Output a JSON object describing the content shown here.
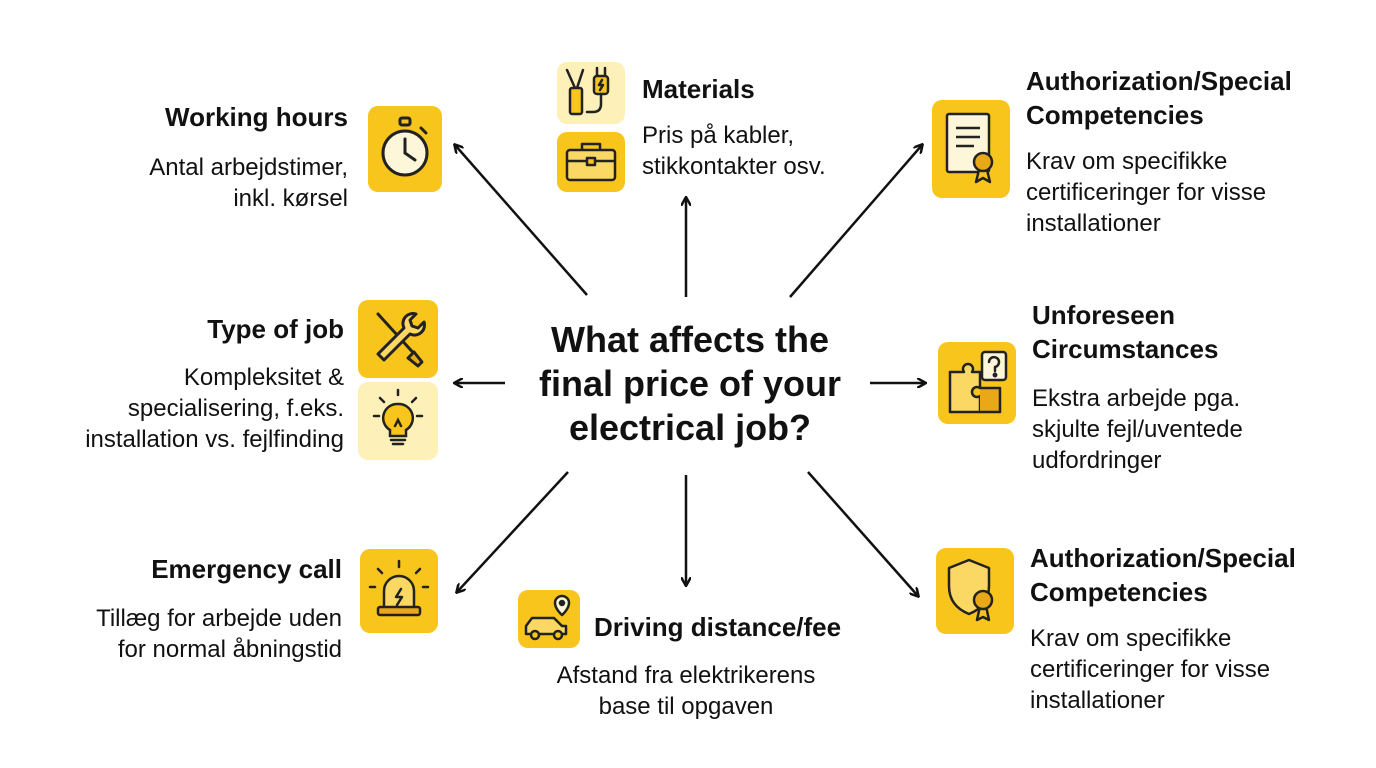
{
  "center_question": {
    "line1": "What affects the",
    "line2": "final price of your",
    "line3": "electrical job?"
  },
  "nodes": {
    "working_hours": {
      "title": "Working hours",
      "desc1": "Antal arbejdstimer,",
      "desc2": "inkl. kørsel",
      "icon": "stopwatch-icon"
    },
    "materials": {
      "title": "Materials",
      "desc1": "Pris på kabler,",
      "desc2": "stikkontakter osv.",
      "icons": [
        "cable-plug-icon",
        "toolbox-icon"
      ]
    },
    "authorization_top": {
      "title1": "Authorization/Special",
      "title2": "Competencies",
      "desc1": "Krav om specifikke",
      "desc2": "certificeringer for visse",
      "desc3": "installationer",
      "icon": "certificate-icon"
    },
    "type_of_job": {
      "title": "Type of job",
      "desc1": "Kompleksitet &",
      "desc2": "specialisering, f.eks.",
      "desc3": "installation vs. fejlfinding",
      "icons": [
        "tools-icon",
        "lightbulb-icon"
      ]
    },
    "unforeseen": {
      "title1": "Unforeseen",
      "title2": "Circumstances",
      "desc1": "Ekstra arbejde pga.",
      "desc2": "skjulte fejl/uventede",
      "desc3": "udfordringer",
      "icon": "puzzle-question-icon"
    },
    "emergency": {
      "title": "Emergency call",
      "desc1": "Tillæg for arbejde uden",
      "desc2": "for normal åbningstid",
      "icon": "emergency-light-icon"
    },
    "driving": {
      "title": "Driving distance/fee",
      "desc1": "Afstand fra elektrikerens",
      "desc2": "base til opgaven",
      "icon": "car-location-icon"
    },
    "authorization_bottom": {
      "title1": "Authorization/Special",
      "title2": "Competencies",
      "desc1": "Krav om specifikke",
      "desc2": "certificeringer for visse",
      "desc3": "installationer",
      "icon": "shield-badge-icon"
    }
  },
  "colors": {
    "accent": "#f7c51c",
    "accent_pale": "#fdf0b8",
    "ink": "#111111"
  }
}
